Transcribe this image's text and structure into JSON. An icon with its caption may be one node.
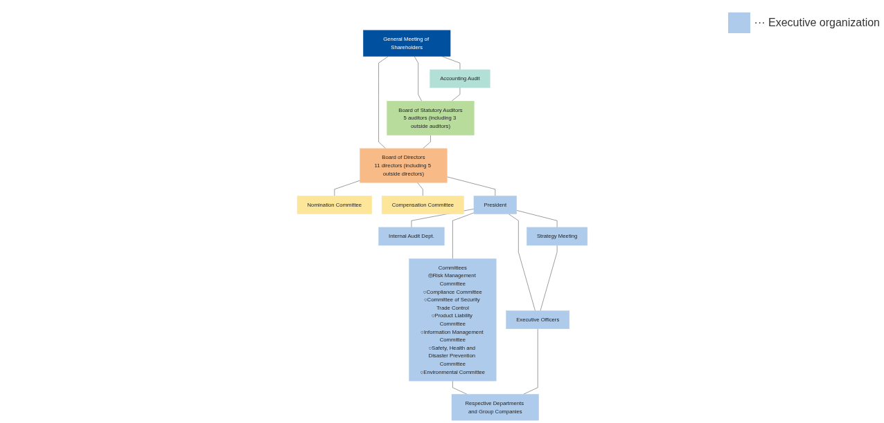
{
  "diagram": {
    "nodes": [
      {
        "text": [
          "General Meeting of Shareholders"
        ]
      },
      {
        "text": [
          "Accounting Audit"
        ]
      },
      {
        "text": [
          "Board of Statutory Auditors",
          "5 auditors (including 3 outside auditors)"
        ]
      },
      {
        "text": [
          "Board of Directors",
          "11 directors (including 5 outside directors)"
        ]
      },
      {
        "text": [
          "Nomination Committee"
        ]
      },
      {
        "text": [
          "Compensation Committee"
        ]
      },
      {
        "text": [
          "President"
        ]
      },
      {
        "text": [
          "Internal Audit Dept."
        ]
      },
      {
        "text": [
          "Committees",
          "◎Risk Management Committee",
          "○Compliance Committee",
          "○Committee of Security Trade Control",
          "○Product Liability Committee",
          "○Information Management Committee",
          "○Safety, Health and Disaster Prevention Committee",
          "○Environmental Committee"
        ]
      },
      {
        "text": [
          "Strategy Meeting"
        ]
      },
      {
        "text": [
          "Executive Officers"
        ]
      },
      {
        "text": [
          "Respective Departments and Group Companies"
        ]
      }
    ],
    "edges": [
      {
        "from": 0,
        "to": 1,
        "arrow": "none"
      },
      {
        "from": 0,
        "to": 2,
        "arrow": "none"
      },
      {
        "from": 0,
        "to": 3,
        "arrow": "none"
      },
      {
        "from": 1,
        "to": 2,
        "arrow": "none"
      },
      {
        "from": 2,
        "to": 3,
        "arrow": "none"
      },
      {
        "from": 3,
        "to": 4,
        "arrow": "none"
      },
      {
        "from": 3,
        "to": 5,
        "arrow": "none"
      },
      {
        "from": 3,
        "to": 6,
        "arrow": "none"
      },
      {
        "from": 6,
        "to": 8,
        "arrow": "none"
      },
      {
        "from": 6,
        "to": 7,
        "arrow": "none"
      },
      {
        "from": 6,
        "to": 9,
        "arrow": "none"
      },
      {
        "from": 6,
        "to": 10,
        "arrow": "none"
      },
      {
        "from": 9,
        "to": 10,
        "arrow": "none"
      },
      {
        "from": 8,
        "to": 11,
        "arrow": "none"
      },
      {
        "from": 10,
        "to": 11,
        "arrow": "none"
      }
    ],
    "legend": [
      {
        "text": "··· Executive organization",
        "color": "#aecbeb"
      }
    ]
  }
}
